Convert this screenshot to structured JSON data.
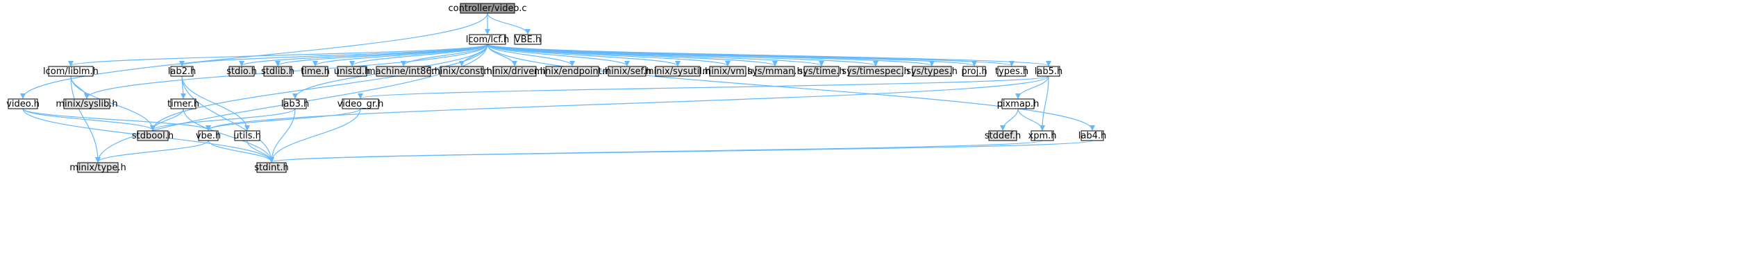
{
  "diagram": {
    "type": "include-dependency-graph",
    "colors": {
      "root_fill": "#999999",
      "local_fill": "#ffffff",
      "system_fill": "#e0e0e0",
      "edge": "#63b8ff"
    },
    "nodes": [
      {
        "id": "controller_video_c",
        "label": "controller/video.c",
        "kind": "root"
      },
      {
        "id": "lcom_lcf_h",
        "label": "lcom/lcf.h",
        "kind": "local"
      },
      {
        "id": "VBE_h",
        "label": "VBE.h",
        "kind": "local"
      },
      {
        "id": "video_h",
        "label": "video.h",
        "kind": "local"
      },
      {
        "id": "lcom_liblm_h",
        "label": "lcom/liblm.h",
        "kind": "local"
      },
      {
        "id": "lab2_h",
        "label": "lab2.h",
        "kind": "local"
      },
      {
        "id": "lab3_h",
        "label": "lab3.h",
        "kind": "local"
      },
      {
        "id": "lab4_h",
        "label": "lab4.h",
        "kind": "local"
      },
      {
        "id": "lab5_h",
        "label": "lab5.h",
        "kind": "local"
      },
      {
        "id": "timer_h",
        "label": "timer.h",
        "kind": "local"
      },
      {
        "id": "video_gr_h",
        "label": "video_gr.h",
        "kind": "local"
      },
      {
        "id": "vbe_h",
        "label": "vbe.h",
        "kind": "local"
      },
      {
        "id": "utils_h",
        "label": "utils.h",
        "kind": "local"
      },
      {
        "id": "pixmap_h",
        "label": "pixmap.h",
        "kind": "local"
      },
      {
        "id": "xpm_h",
        "label": "xpm.h",
        "kind": "local"
      },
      {
        "id": "proj_h",
        "label": "proj.h",
        "kind": "local"
      },
      {
        "id": "types_h",
        "label": "types.h",
        "kind": "local"
      },
      {
        "id": "stdio_h",
        "label": "stdio.h",
        "kind": "system"
      },
      {
        "id": "stdlib_h",
        "label": "stdlib.h",
        "kind": "system"
      },
      {
        "id": "time_h",
        "label": "time.h",
        "kind": "system"
      },
      {
        "id": "unistd_h",
        "label": "unistd.h",
        "kind": "system"
      },
      {
        "id": "machine_int86_h",
        "label": "machine/int86.h",
        "kind": "system"
      },
      {
        "id": "minix_const_h",
        "label": "minix/const.h",
        "kind": "system"
      },
      {
        "id": "minix_driver_h",
        "label": "minix/driver.h",
        "kind": "system"
      },
      {
        "id": "minix_endpoint_h",
        "label": "minix/endpoint.h",
        "kind": "system"
      },
      {
        "id": "minix_sef_h",
        "label": "minix/sef.h",
        "kind": "system"
      },
      {
        "id": "minix_sysutil_h",
        "label": "minix/sysutil.h",
        "kind": "system"
      },
      {
        "id": "minix_vm_h",
        "label": "minix/vm.h",
        "kind": "system"
      },
      {
        "id": "sys_mman_h",
        "label": "sys/mman.h",
        "kind": "system"
      },
      {
        "id": "sys_time_h",
        "label": "sys/time.h",
        "kind": "system"
      },
      {
        "id": "sys_timespec_h",
        "label": "sys/timespec.h",
        "kind": "system"
      },
      {
        "id": "sys_types_h",
        "label": "sys/types.h",
        "kind": "system"
      },
      {
        "id": "minix_syslib_h",
        "label": "minix/syslib.h",
        "kind": "system"
      },
      {
        "id": "stdbool_h",
        "label": "stdbool.h",
        "kind": "system"
      },
      {
        "id": "stddef_h",
        "label": "stddef.h",
        "kind": "system"
      },
      {
        "id": "minix_type_h",
        "label": "minix/type.h",
        "kind": "system"
      },
      {
        "id": "stdint_h",
        "label": "stdint.h",
        "kind": "system"
      }
    ],
    "edges": [
      [
        "controller_video_c",
        "lcom_lcf_h"
      ],
      [
        "controller_video_c",
        "VBE_h"
      ],
      [
        "controller_video_c",
        "video_h"
      ],
      [
        "lcom_lcf_h",
        "lcom_liblm_h"
      ],
      [
        "lcom_lcf_h",
        "minix_syslib_h"
      ],
      [
        "lcom_lcf_h",
        "minix_type_h"
      ],
      [
        "lcom_lcf_h",
        "stdbool_h"
      ],
      [
        "lcom_lcf_h",
        "lab2_h"
      ],
      [
        "lcom_lcf_h",
        "lab3_h"
      ],
      [
        "lcom_lcf_h",
        "stdio_h"
      ],
      [
        "lcom_lcf_h",
        "stdlib_h"
      ],
      [
        "lcom_lcf_h",
        "time_h"
      ],
      [
        "lcom_lcf_h",
        "unistd_h"
      ],
      [
        "lcom_lcf_h",
        "machine_int86_h"
      ],
      [
        "lcom_lcf_h",
        "minix_const_h"
      ],
      [
        "lcom_lcf_h",
        "minix_driver_h"
      ],
      [
        "lcom_lcf_h",
        "minix_endpoint_h"
      ],
      [
        "lcom_lcf_h",
        "minix_sef_h"
      ],
      [
        "lcom_lcf_h",
        "minix_sysutil_h"
      ],
      [
        "lcom_lcf_h",
        "minix_vm_h"
      ],
      [
        "lcom_lcf_h",
        "sys_mman_h"
      ],
      [
        "lcom_lcf_h",
        "sys_time_h"
      ],
      [
        "lcom_lcf_h",
        "sys_timespec_h"
      ],
      [
        "lcom_lcf_h",
        "sys_types_h"
      ],
      [
        "lcom_lcf_h",
        "proj_h"
      ],
      [
        "lcom_lcf_h",
        "types_h"
      ],
      [
        "lcom_lcf_h",
        "lab5_h"
      ],
      [
        "lcom_lcf_h",
        "lab4_h"
      ],
      [
        "lcom_liblm_h",
        "minix_syslib_h"
      ],
      [
        "lcom_liblm_h",
        "minix_type_h"
      ],
      [
        "lcom_liblm_h",
        "stdbool_h"
      ],
      [
        "video_h",
        "stdbool_h"
      ],
      [
        "video_h",
        "vbe_h"
      ],
      [
        "video_h",
        "stdint_h"
      ],
      [
        "lab2_h",
        "timer_h"
      ],
      [
        "lab2_h",
        "utils_h"
      ],
      [
        "lab2_h",
        "stdint_h"
      ],
      [
        "timer_h",
        "stdbool_h"
      ],
      [
        "timer_h",
        "stdint_h"
      ],
      [
        "lab3_h",
        "stdbool_h"
      ],
      [
        "lab3_h",
        "stdint_h"
      ],
      [
        "lab5_h",
        "video_gr_h"
      ],
      [
        "lab5_h",
        "vbe_h"
      ],
      [
        "lab5_h",
        "pixmap_h"
      ],
      [
        "lab5_h",
        "xpm_h"
      ],
      [
        "video_gr_h",
        "vbe_h"
      ],
      [
        "video_gr_h",
        "stdint_h"
      ],
      [
        "vbe_h",
        "minix_type_h"
      ],
      [
        "vbe_h",
        "stdint_h"
      ],
      [
        "utils_h",
        "stdint_h"
      ],
      [
        "pixmap_h",
        "stddef_h"
      ],
      [
        "pixmap_h",
        "xpm_h"
      ],
      [
        "xpm_h",
        "stdint_h"
      ],
      [
        "lab4_h",
        "stdint_h"
      ]
    ]
  }
}
